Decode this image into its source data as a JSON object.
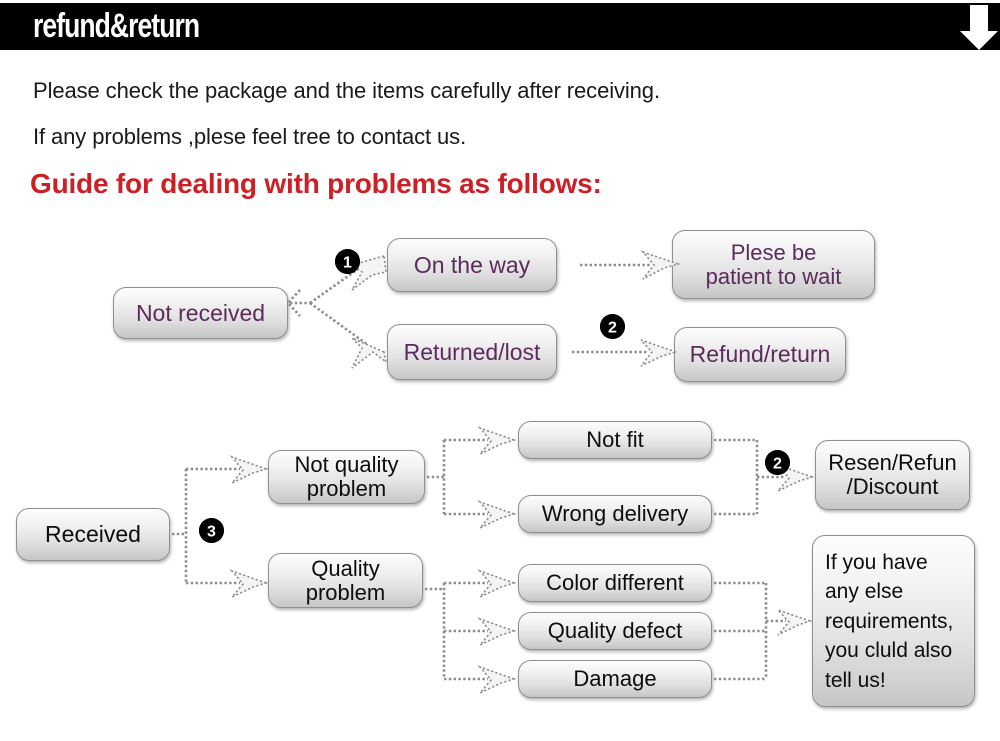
{
  "header": {
    "title": "refund&return",
    "arrow_icon": "down-arrow-icon"
  },
  "intro": {
    "line1": "Please check the package and the items carefully after receiving.",
    "line2": "If any problems ,plese feel tree to contact us.",
    "heading": "Guide for dealing with problems as follows:",
    "heading_color": "#cc2026"
  },
  "flow": {
    "not_received": {
      "label": "Not received",
      "branch_badge": "❶",
      "branches": [
        {
          "label": "On the way",
          "badge": "",
          "result": "Plese be\npatient to wait"
        },
        {
          "label": "Returned/lost",
          "badge": "❷",
          "result": "Refund/return"
        }
      ]
    },
    "received": {
      "label": "Received",
      "badge": "❸",
      "categories": [
        {
          "label": "Not quality\nproblem",
          "items": [
            "Not fit",
            "Wrong delivery"
          ],
          "outcome_badge": "❷",
          "outcome": "Resen/Refun\n/Discount"
        },
        {
          "label": "Quality\nproblem",
          "items": [
            "Color different",
            "Quality defect",
            "Damage"
          ],
          "outcome_badge": "",
          "outcome": "If you have any else requirements, you cluld also tell us!"
        }
      ]
    }
  },
  "boxes": {
    "not_received": "Not received",
    "on_the_way": "On the way",
    "returned_lost": "Returned/lost",
    "plese_be_patient": "Plese be\npatient to wait",
    "refund_return": "Refund/return",
    "received": "Received",
    "not_quality_problem": "Not quality\nproblem",
    "quality_problem": "Quality\nproblem",
    "not_fit": "Not fit",
    "wrong_delivery": "Wrong delivery",
    "color_different": "Color different",
    "quality_defect": "Quality defect",
    "damage": "Damage",
    "resend_refund_discount": "Resen/Refun\n/Discount",
    "extra_requirements": "If you have any else requirements, you cluld also tell us!"
  },
  "badges": {
    "one": "❶",
    "two": "❷",
    "three": "❸",
    "two_lower": "❷"
  },
  "colors": {
    "banner_bg": "#000000",
    "banner_text": "#ffffff",
    "heading_red": "#cc2026",
    "box_text_purple": "#5b2b5b",
    "box_text_dark": "#0d0d0d",
    "box_border": "#8f8f8f",
    "connector": "#8d8d8d"
  }
}
